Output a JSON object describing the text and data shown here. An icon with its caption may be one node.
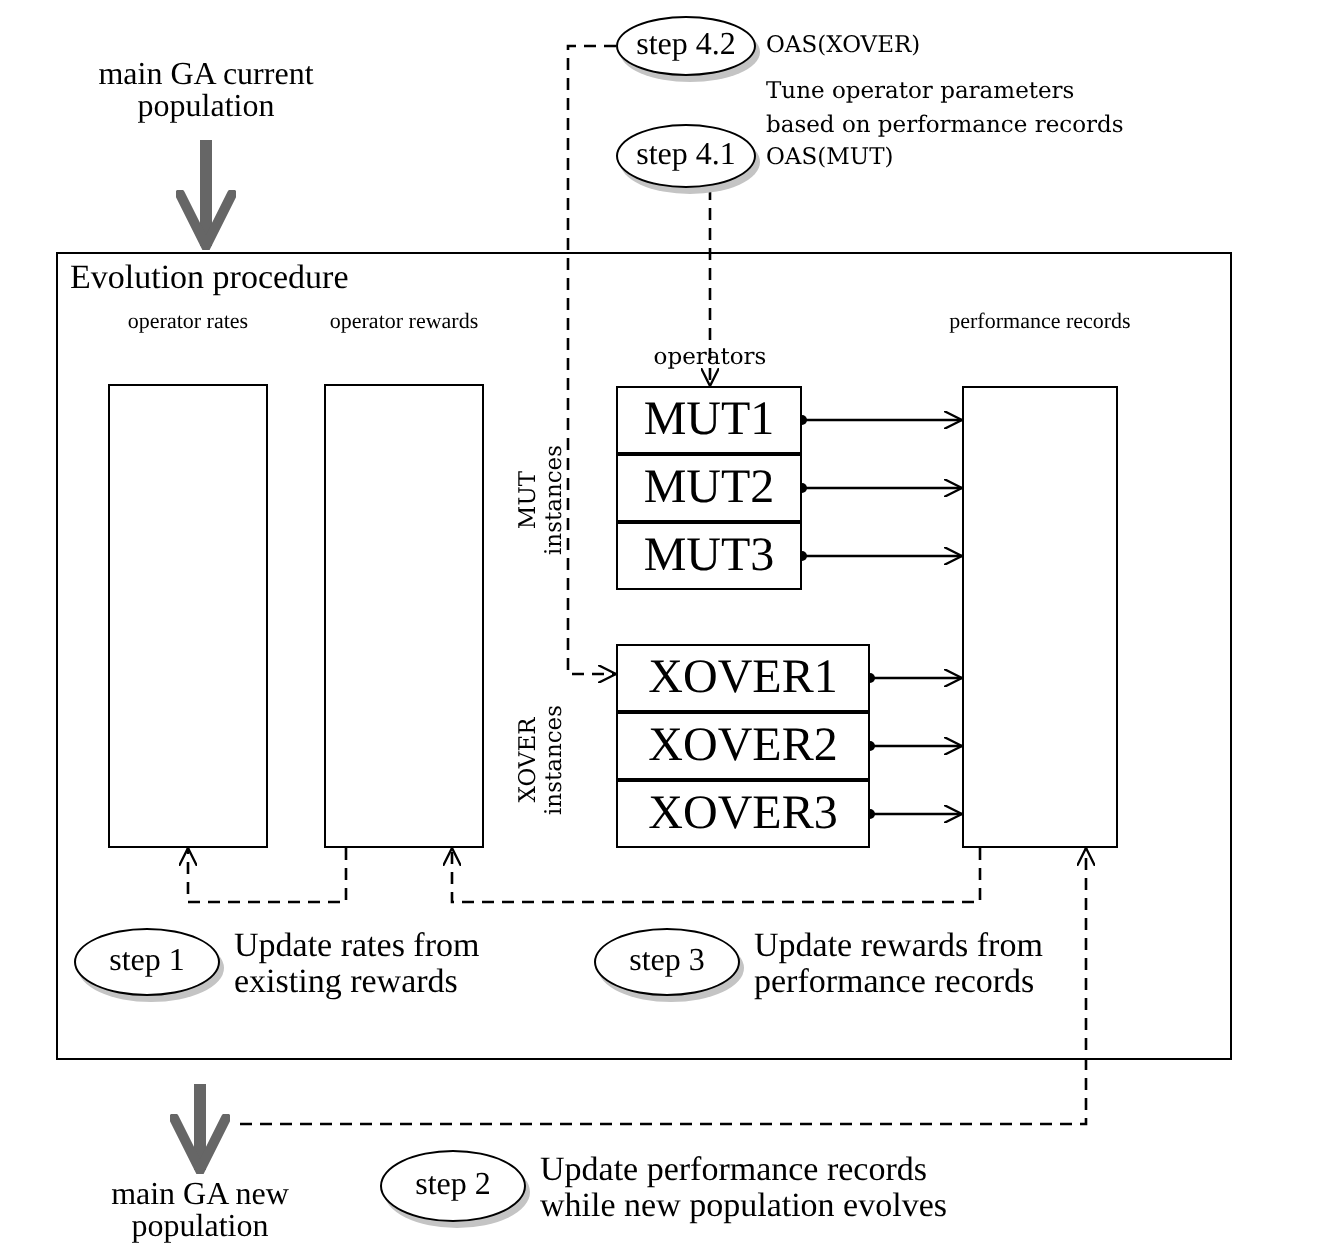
{
  "diagram": {
    "nodes": [
      {
        "text": [
          "main GA current population"
        ]
      },
      {
        "text": [
          "Evolution procedure"
        ]
      },
      {
        "text": [
          "operator rates"
        ],
        "in": 1
      },
      {
        "text": [
          "operator rewards"
        ],
        "in": 1
      },
      {
        "text": [
          "MUT1"
        ],
        "in": 1
      },
      {
        "text": [
          "MUT2"
        ],
        "in": 1
      },
      {
        "text": [
          "MUT3"
        ],
        "in": 1
      },
      {
        "text": [
          "XOVER1"
        ],
        "in": 1
      },
      {
        "text": [
          "XOVER2"
        ],
        "in": 1
      },
      {
        "text": [
          "XOVER3"
        ],
        "in": 1
      },
      {
        "text": [
          "performance records"
        ],
        "in": 1
      },
      {
        "text": [
          "step 1"
        ],
        "beside": [
          "Update rates from existing rewards"
        ],
        "in": 1
      },
      {
        "text": [
          "step 3"
        ],
        "beside": [
          "Update rewards from performance records"
        ],
        "in": 1
      },
      {
        "text": [
          "step 4.2"
        ],
        "beside": [
          "OAS(XOVER)"
        ]
      },
      {
        "text": [
          "step 4.1"
        ],
        "beside": [
          "OAS(MUT)"
        ]
      },
      {
        "text": [
          "main GA new population"
        ]
      },
      {
        "text": [
          "step 2"
        ],
        "beside": [
          "Update performance records while new population evolves"
        ]
      }
    ],
    "edges": [
      {
        "from": 0,
        "to": 1,
        "arrow": "to",
        "style": "thick",
        "color": "#666666"
      },
      {
        "from": 1,
        "to": 15,
        "arrow": "to",
        "style": "thick",
        "color": "#666666"
      },
      {
        "from": 14,
        "to": 4,
        "arrow": "to",
        "style": "dashed"
      },
      {
        "from": 13,
        "to": 7,
        "arrow": "to",
        "style": "dashed"
      },
      {
        "from": 4,
        "to": 10,
        "arrow": "to"
      },
      {
        "from": 5,
        "to": 10,
        "arrow": "to"
      },
      {
        "from": 6,
        "to": 10,
        "arrow": "to"
      },
      {
        "from": 7,
        "to": 10,
        "arrow": "to"
      },
      {
        "from": 8,
        "to": 10,
        "arrow": "to"
      },
      {
        "from": 9,
        "to": 10,
        "arrow": "to"
      },
      {
        "from": 3,
        "to": 2,
        "arrow": "to",
        "style": "dashed"
      },
      {
        "from": 10,
        "to": 3,
        "arrow": "to",
        "style": "dashed"
      },
      {
        "from": null,
        "to": 10,
        "arrow": "to",
        "style": "dashed"
      }
    ],
    "labels": [
      "Tune operator parameters based on performance records",
      "operators",
      "MUT instances",
      "XOVER instances"
    ]
  }
}
